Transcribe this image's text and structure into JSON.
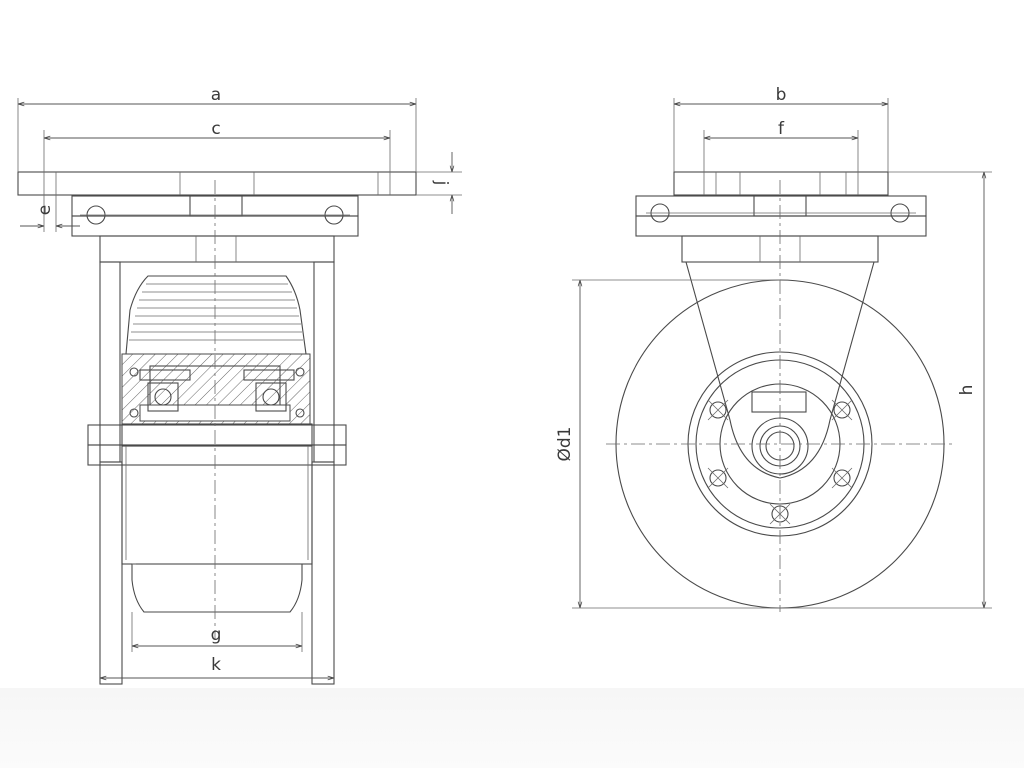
{
  "drawing": {
    "views": [
      "front-section-view",
      "side-view"
    ],
    "dimension_labels": {
      "a": "a",
      "c": "c",
      "e": "e",
      "j": "j",
      "g": "g",
      "k": "k",
      "b": "b",
      "f": "f",
      "h": "h",
      "d1": "Ød1"
    },
    "colors": {
      "line": "#4a4a4a",
      "background": "#ffffff"
    }
  }
}
